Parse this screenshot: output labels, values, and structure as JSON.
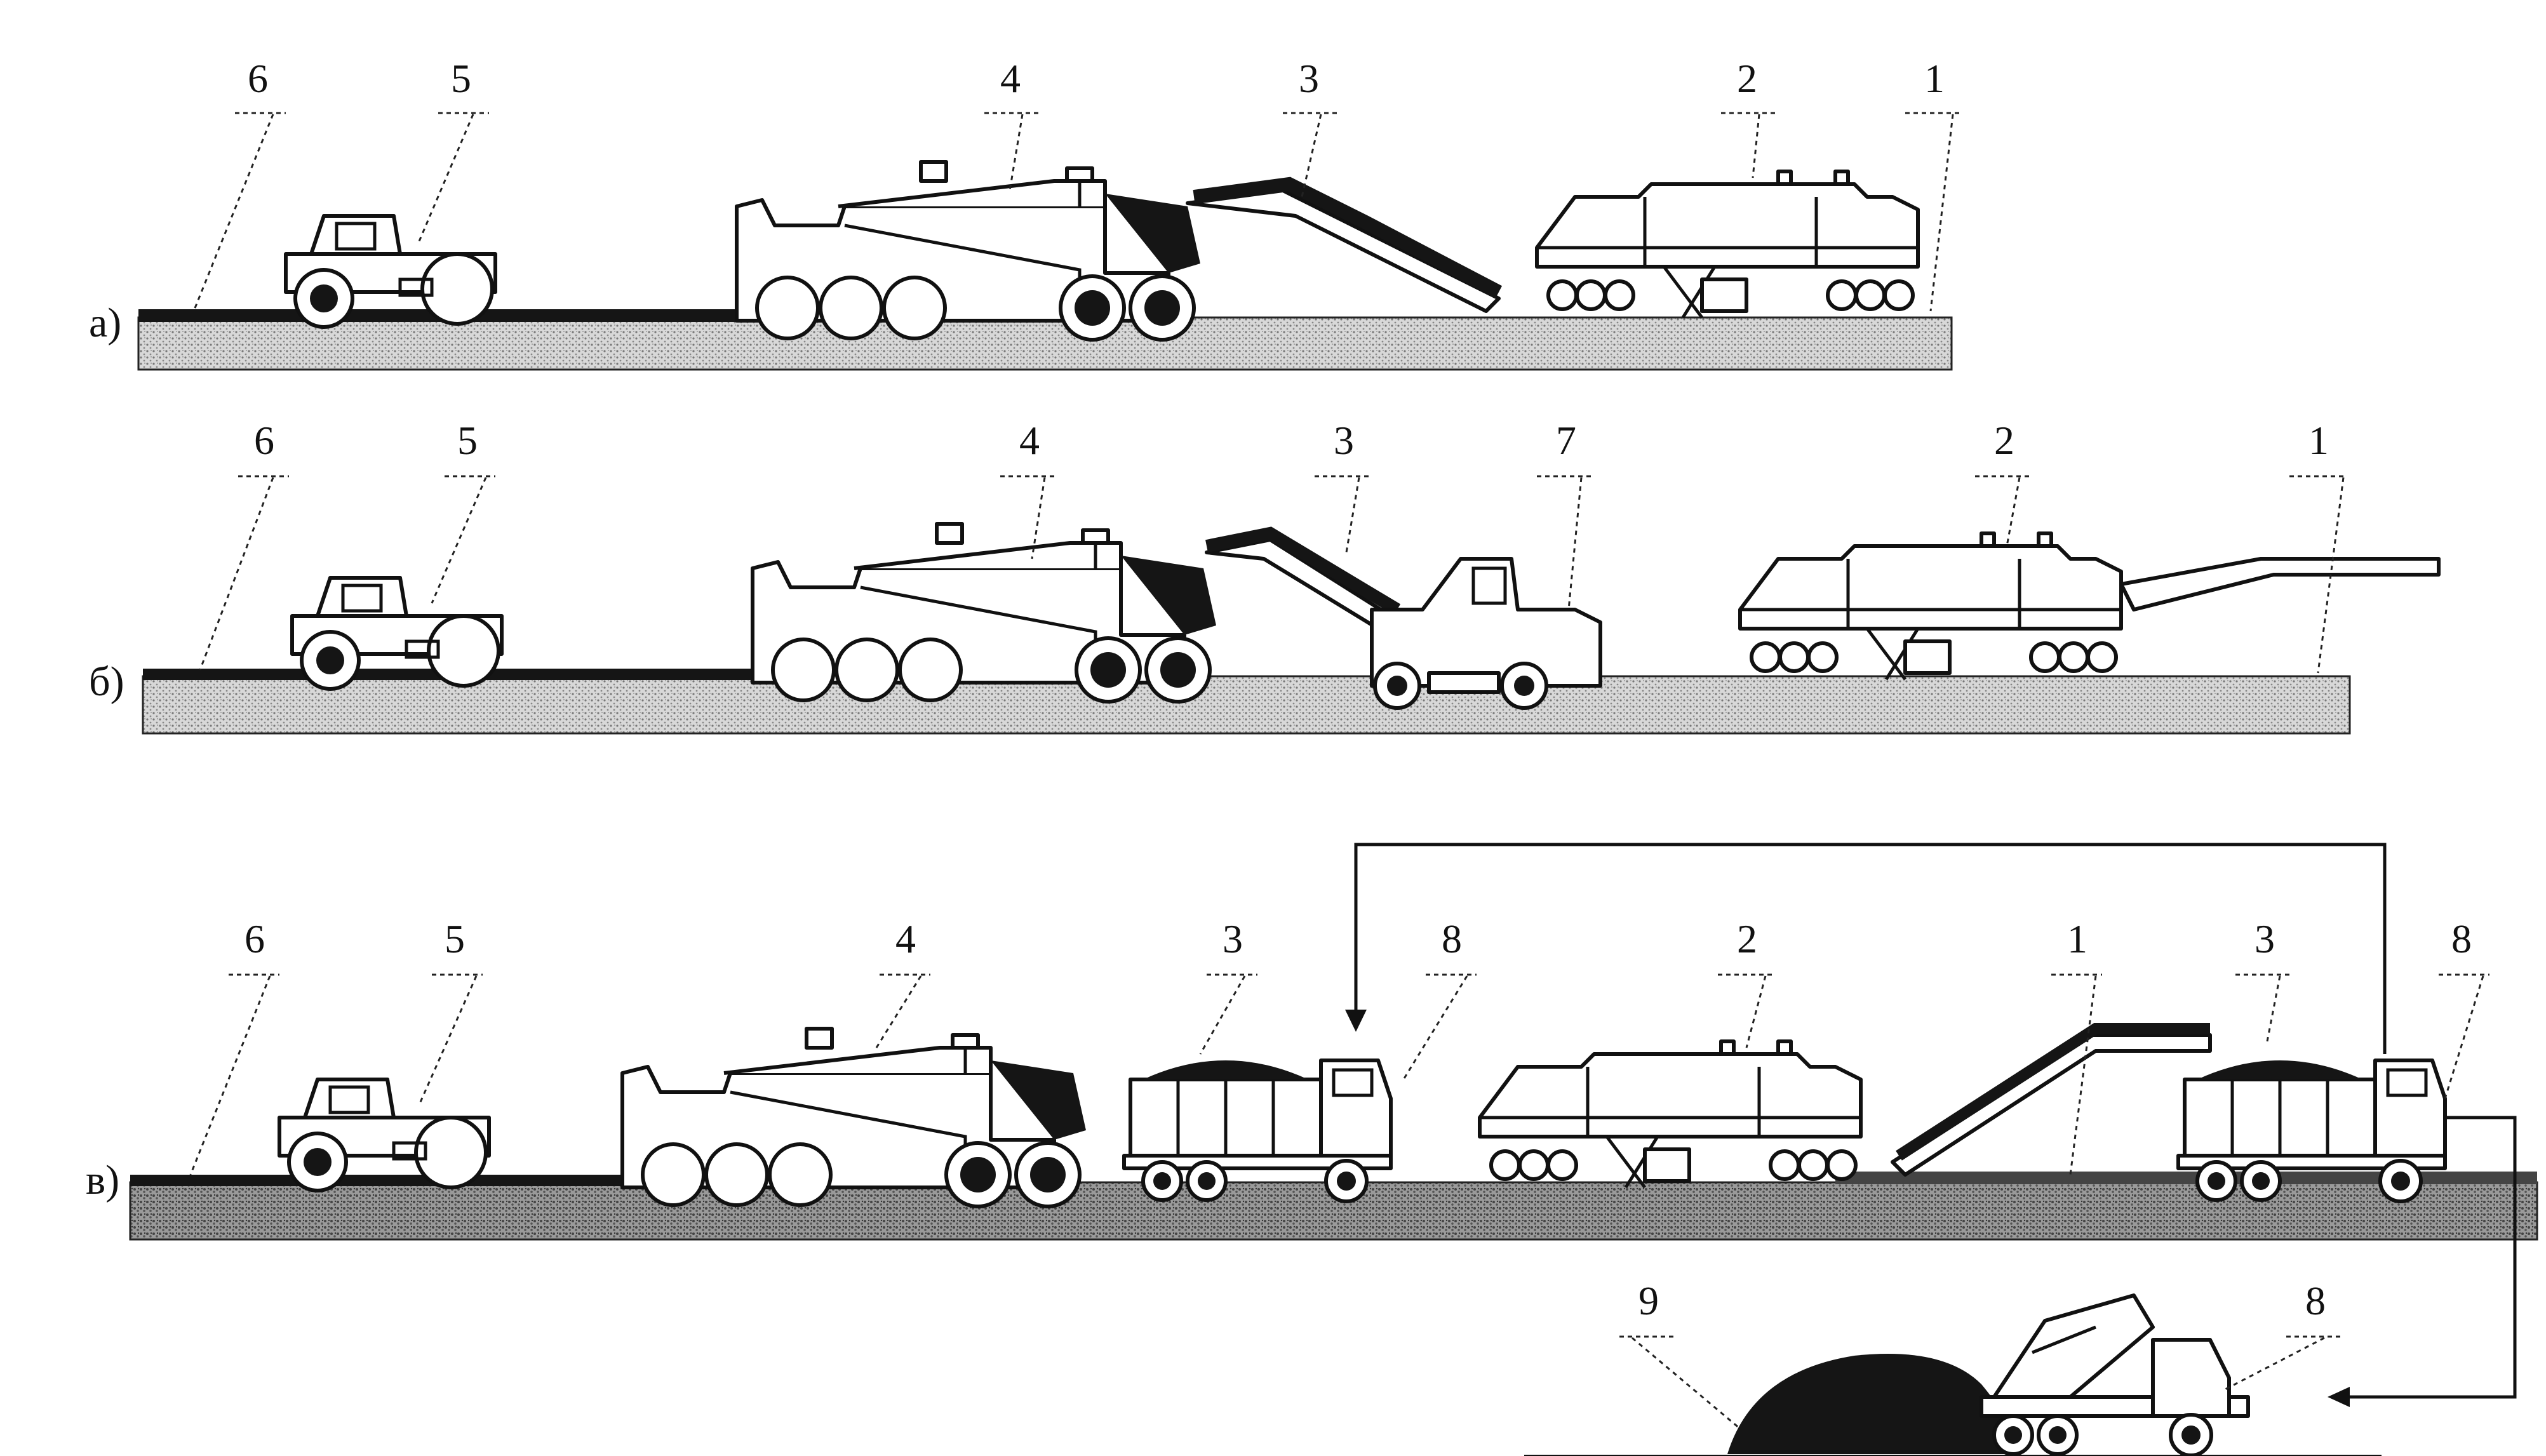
{
  "rows": [
    {
      "row_label": "а)",
      "callouts": [
        "1",
        "2",
        "3",
        "4",
        "5",
        "6"
      ]
    },
    {
      "row_label": "б)",
      "callouts": [
        "1",
        "2",
        "7",
        "3",
        "4",
        "5",
        "6"
      ]
    },
    {
      "row_label": "в)",
      "callouts": [
        "8",
        "3",
        "1",
        "2",
        "8",
        "3",
        "4",
        "5",
        "6"
      ],
      "stockpile_callouts": [
        "9",
        "8"
      ]
    }
  ],
  "colors": {
    "ink": "#111111",
    "asphalt": "#151515",
    "base": "#cfcfcf"
  }
}
